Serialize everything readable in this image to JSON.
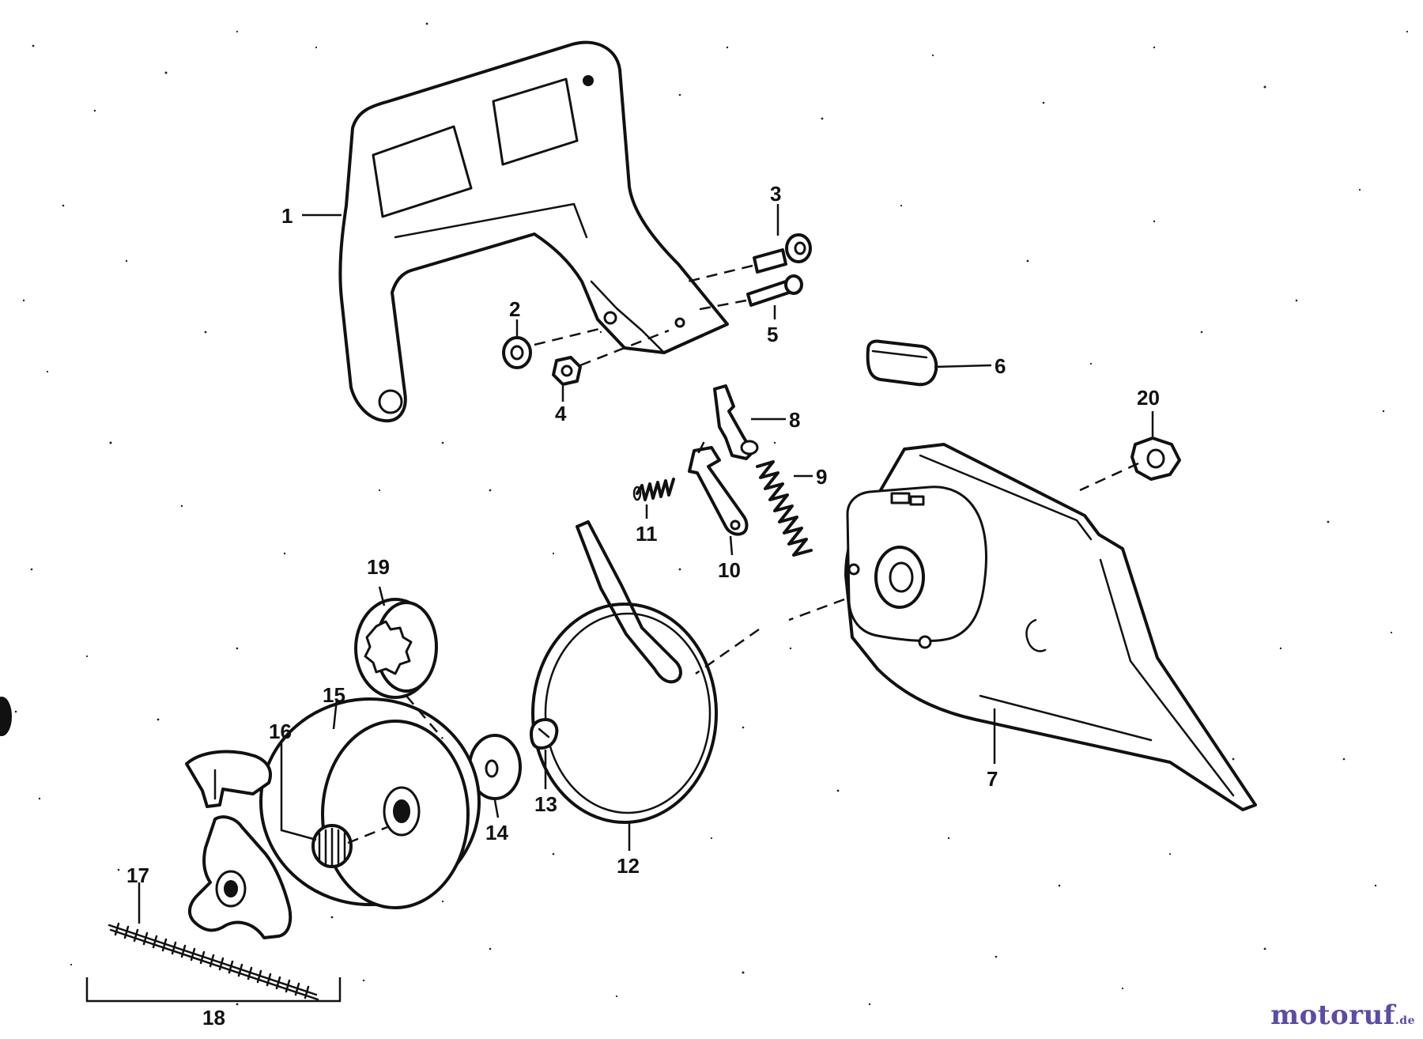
{
  "diagram": {
    "callouts": [
      "1",
      "2",
      "3",
      "4",
      "5",
      "6",
      "7",
      "8",
      "9",
      "10",
      "11",
      "12",
      "13",
      "14",
      "15",
      "16",
      "17",
      "18",
      "19",
      "20"
    ]
  },
  "parts": [
    {
      "number": "1",
      "icon": "hand-guard-icon"
    },
    {
      "number": "2",
      "icon": "washer-icon"
    },
    {
      "number": "3",
      "icon": "pivot-bolt-icon"
    },
    {
      "number": "4",
      "icon": "nut-icon"
    },
    {
      "number": "5",
      "icon": "pin-icon"
    },
    {
      "number": "6",
      "icon": "bumper-icon"
    },
    {
      "number": "7",
      "icon": "sprocket-cover-icon"
    },
    {
      "number": "8",
      "icon": "plunger-icon"
    },
    {
      "number": "9",
      "icon": "spring-icon"
    },
    {
      "number": "10",
      "icon": "lever-icon"
    },
    {
      "number": "11",
      "icon": "spring-icon"
    },
    {
      "number": "12",
      "icon": "brake-band-icon"
    },
    {
      "number": "13",
      "icon": "clip-icon"
    },
    {
      "number": "14",
      "icon": "washer-icon"
    },
    {
      "number": "15",
      "icon": "clutch-drum-icon"
    },
    {
      "number": "16",
      "icon": "needle-bearing-icon"
    },
    {
      "number": "17",
      "icon": "spring-icon"
    },
    {
      "number": "18",
      "icon": "clutch-assembly-bracket-icon"
    },
    {
      "number": "19",
      "icon": "rim-sprocket-icon"
    },
    {
      "number": "20",
      "icon": "nut-icon"
    }
  ],
  "watermark": {
    "main": "motoruf",
    "tld": ".de"
  }
}
